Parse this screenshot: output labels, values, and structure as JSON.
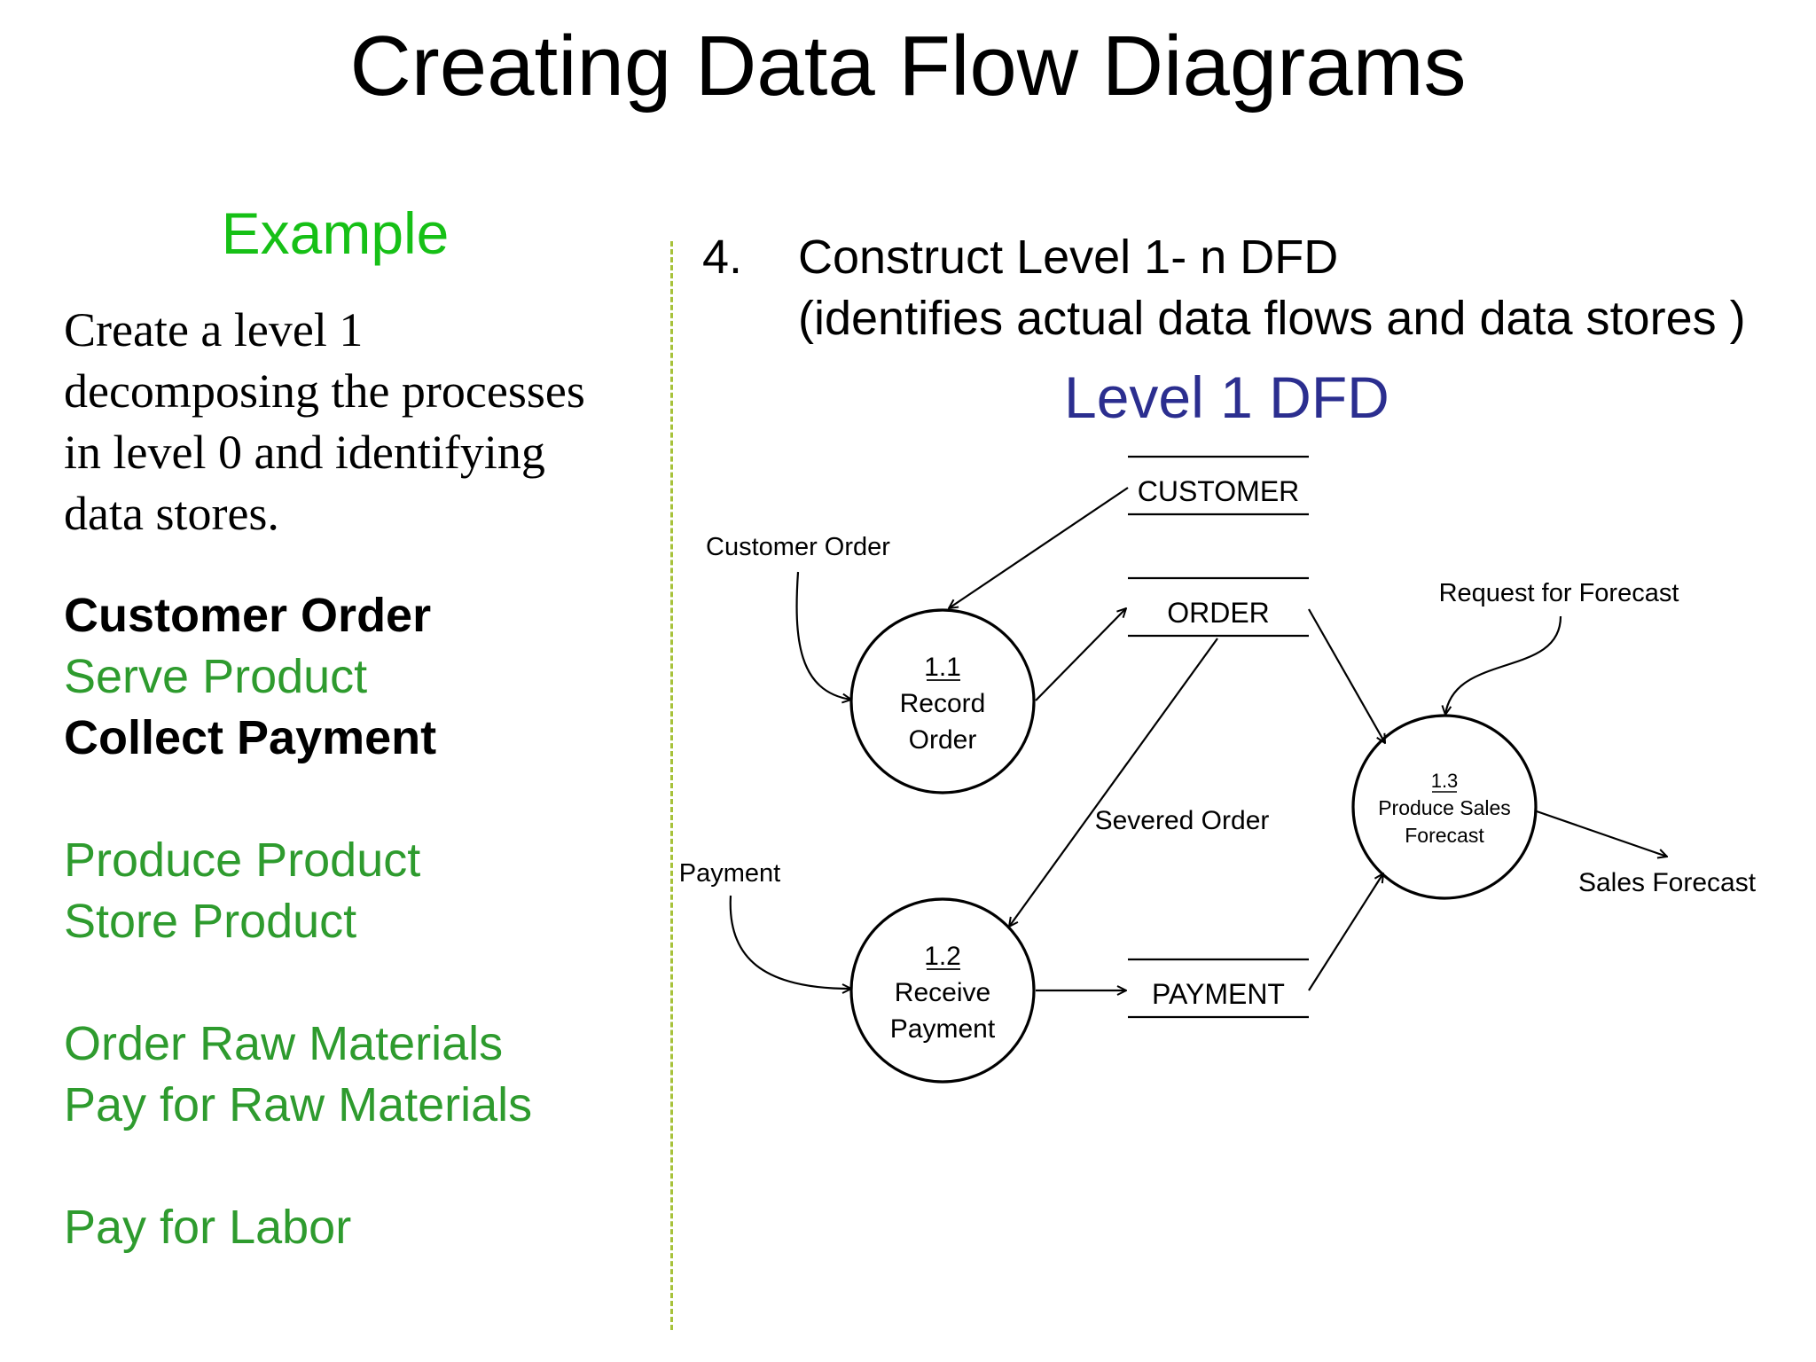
{
  "title": "Creating Data Flow Diagrams",
  "left": {
    "heading": "Example",
    "description": [
      "Create a level 1",
      "decomposing the processes",
      "in level 0 and identifying",
      "data stores."
    ],
    "process_groups": [
      [
        {
          "label": "Customer Order",
          "style": "bold"
        },
        {
          "label": "Serve Product",
          "style": "green"
        },
        {
          "label": "Collect Payment",
          "style": "bold"
        }
      ],
      [
        {
          "label": "Produce Product",
          "style": "green"
        },
        {
          "label": "Store Product",
          "style": "green"
        }
      ],
      [
        {
          "label": "Order Raw Materials",
          "style": "green"
        },
        {
          "label": "Pay for Raw Materials",
          "style": "green"
        }
      ],
      [
        {
          "label": "Pay for Labor",
          "style": "green"
        }
      ]
    ]
  },
  "right": {
    "step_number": "4.",
    "step_line1": "Construct Level 1- n DFD",
    "step_line2": "(identifies actual data flows and data stores )",
    "diagram_title": "Level 1 DFD"
  },
  "dfd": {
    "processes": [
      {
        "id": "1.1",
        "name_lines": [
          "Record",
          "Order"
        ]
      },
      {
        "id": "1.2",
        "name_lines": [
          "Receive",
          "Payment"
        ]
      },
      {
        "id": "1.3",
        "name_lines": [
          "Produce Sales",
          "Forecast"
        ]
      }
    ],
    "stores": [
      "CUSTOMER",
      "ORDER",
      "PAYMENT"
    ],
    "flows": {
      "customer_order": "Customer Order",
      "payment": "Payment",
      "severed_order": "Severed Order",
      "request_for_forecast": "Request for Forecast",
      "sales_forecast": "Sales Forecast"
    }
  },
  "colors": {
    "example_heading": "#16c016",
    "green_item": "#2e9b2e",
    "diagram_title": "#2b2e8f",
    "divider": "#a7c23a"
  }
}
